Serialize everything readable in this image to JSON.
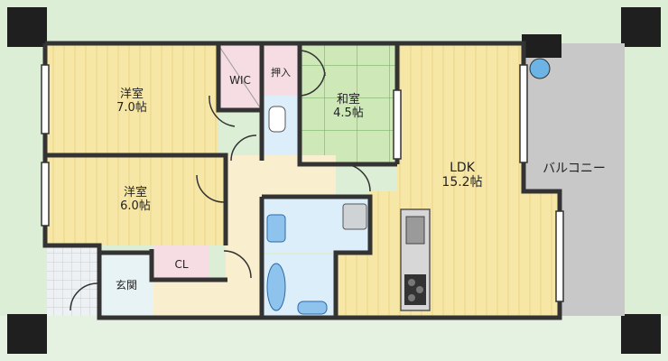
{
  "rooms": {
    "western_room_1": {
      "name": "洋室",
      "size": "7.0帖"
    },
    "western_room_2": {
      "name": "洋室",
      "size": "6.0帖"
    },
    "japanese_room": {
      "name": "和室",
      "size": "4.5帖"
    },
    "ldk": {
      "name": "LDK",
      "size": "15.2帖"
    },
    "wic": {
      "name": "WIC"
    },
    "oshiire": {
      "name": "押入"
    },
    "closet": {
      "name": "CL"
    },
    "entrance": {
      "name": "玄関"
    },
    "balcony": {
      "name": "バルコニー"
    }
  },
  "colors": {
    "background": "#dcefd6",
    "wall": "#333333",
    "floor_wood": "#f7e7a6",
    "tatami": "#cfe8b8",
    "wet_area": "#dbeefa",
    "closet": "#f6dde4",
    "balcony": "#c8c8c8",
    "hall": "#f9efcf"
  }
}
